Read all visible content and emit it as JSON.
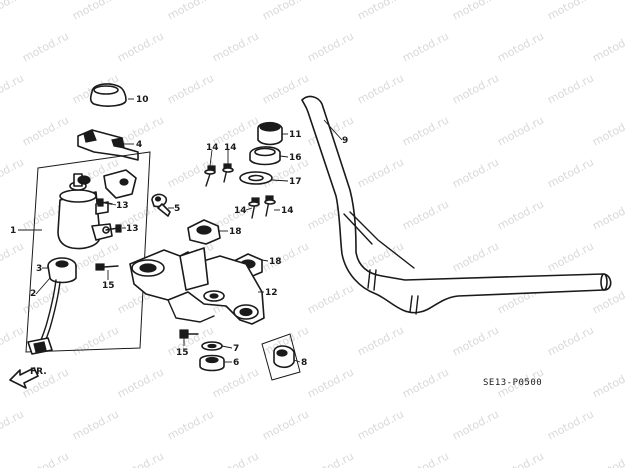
{
  "watermark": "motod.ru",
  "front_arrow": {
    "label": "FR."
  },
  "diagram_code": "SE13-P0500",
  "callouts": [
    "1",
    "2",
    "3",
    "4",
    "5",
    "6",
    "7",
    "8",
    "9",
    "10",
    "11",
    "12",
    "13",
    "13",
    "14",
    "14",
    "14",
    "14",
    "15",
    "15",
    "16",
    "17",
    "18",
    "18"
  ]
}
